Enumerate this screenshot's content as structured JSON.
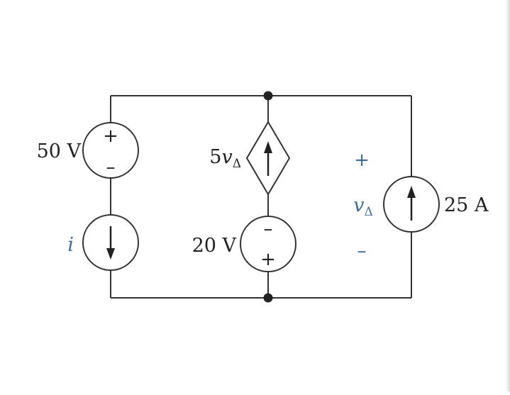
{
  "colors": {
    "wire": "#333333",
    "text": "#222222",
    "accent": "#3a6e9e"
  },
  "sources": {
    "voltage_50": {
      "label": "50 V",
      "top_sign": "+",
      "bottom_sign": "–"
    },
    "current_i": {
      "label": "i"
    },
    "dependent": {
      "coefficient": "5",
      "var": "v",
      "subscript": "Δ"
    },
    "voltage_20": {
      "label": "20 V",
      "top_sign": "–",
      "bottom_sign": "+"
    },
    "current_25": {
      "label": "25 A"
    }
  },
  "v_delta": {
    "var": "v",
    "subscript": "Δ",
    "plus": "+",
    "minus": "–"
  }
}
